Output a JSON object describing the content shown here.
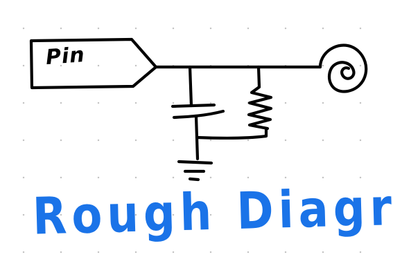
{
  "diagram": {
    "pin_label": "Pin",
    "caption": "Rough Diagram",
    "colors": {
      "background": "#ffffff",
      "grid_dot": "#c4c4c4",
      "ink": "#000000",
      "caption": "#1a73e8"
    },
    "components": [
      "pin-connector",
      "signal-wire",
      "capacitor",
      "resistor",
      "ground-symbol",
      "output-terminal"
    ]
  }
}
